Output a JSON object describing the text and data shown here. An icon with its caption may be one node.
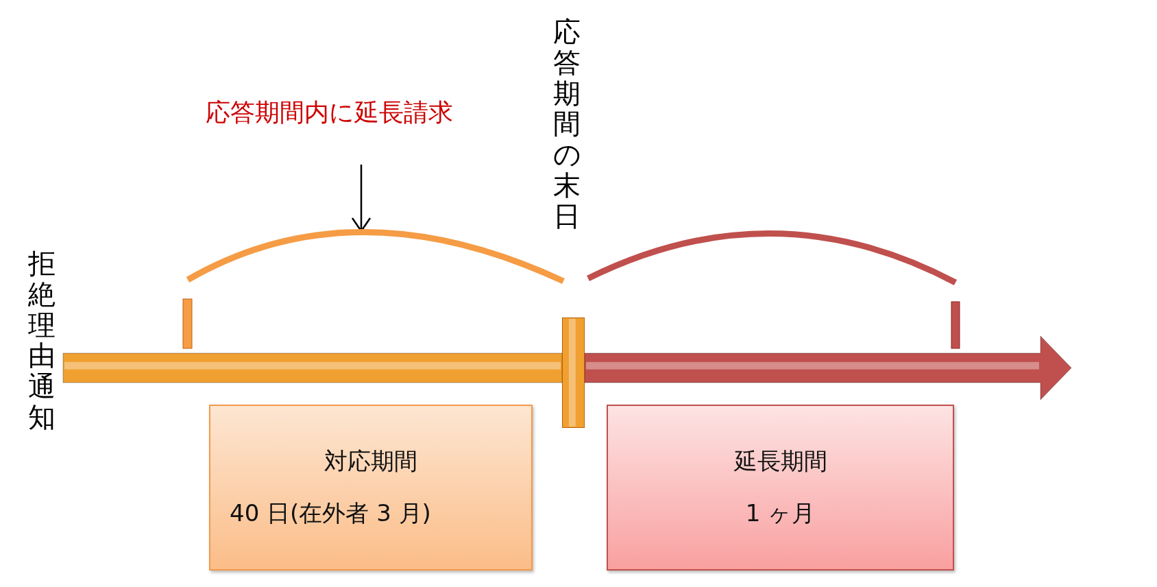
{
  "diagram": {
    "nodes": [
      {
        "text": [
          "拒絶理由通知"
        ]
      },
      {
        "text": [
          "応答期間内に延長請求"
        ]
      },
      {
        "text": [
          "応答期間の末日"
        ]
      },
      {
        "text": [
          "対応期間",
          "40 日(在外者 3 月)"
        ]
      },
      {
        "text": [
          "延長期間",
          "1 ヶ月"
        ]
      },
      {
        "text": [],
        "shape": "bracket"
      },
      {
        "text": [],
        "shape": "bracket"
      },
      {
        "text": [],
        "shape": "bar"
      }
    ],
    "edges": [
      {
        "from": 1,
        "to": 5,
        "arrow": "to"
      },
      {
        "from": 0,
        "to": 7,
        "arrow": "none",
        "style": "thick",
        "color": "#f0a030"
      },
      {
        "from": 7,
        "to": null,
        "arrow": "to",
        "style": "thick",
        "color": "#c0504d"
      }
    ]
  }
}
